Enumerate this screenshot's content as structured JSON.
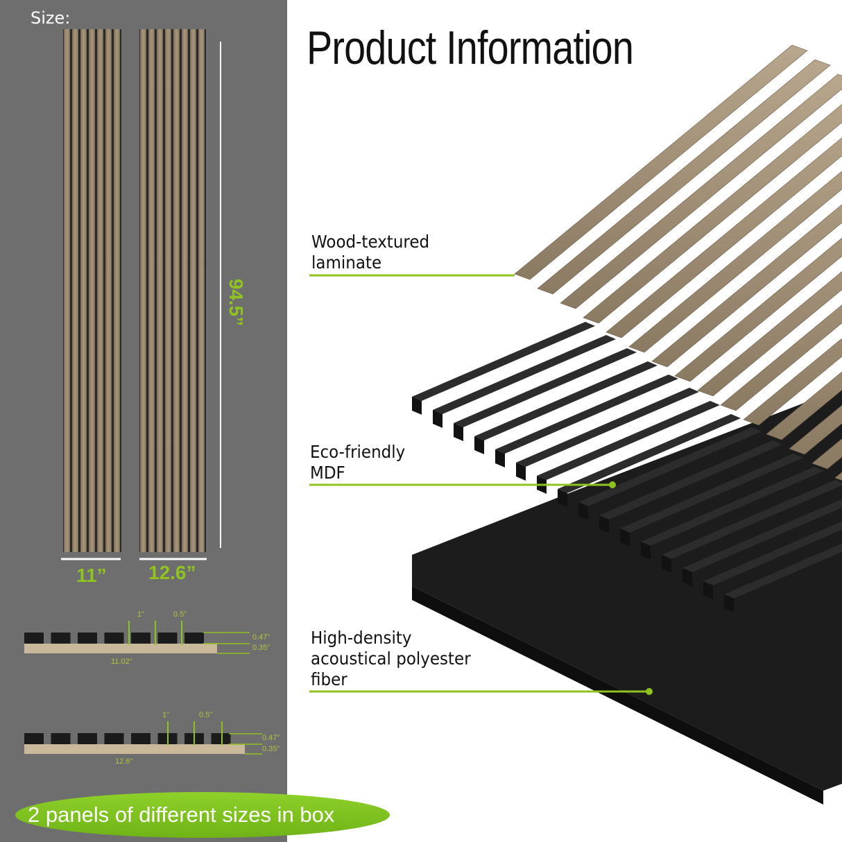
{
  "left": {
    "size_label": "Size:",
    "height_label": "94.5”",
    "panel_a_width": "11”",
    "panel_b_width": "12.6”",
    "profile_a": {
      "slat_width": "1\"",
      "gap": "0.5\"",
      "depth_top": "0.47\"",
      "depth_base": "0.35\"",
      "total": "11.02\""
    },
    "profile_b": {
      "slat_width": "1\"",
      "gap": "0.5\"",
      "depth_top": "0.47\"",
      "depth_base": "0.35\"",
      "total": "12.6\""
    }
  },
  "right": {
    "title": "Product Information",
    "layers": [
      {
        "line1": "Wood-textured",
        "line2": "laminate",
        "line3": ""
      },
      {
        "line1": "Eco-friendly",
        "line2": "MDF",
        "line3": ""
      },
      {
        "line1": "High-density",
        "line2": "acoustical polyester",
        "line3": "fiber"
      }
    ]
  },
  "banner": {
    "text": "2  panels of different sizes in box"
  },
  "colors": {
    "accent_green": "#8fc31f",
    "panel_bg": "#6e6e6e",
    "wood": "#9c8a70",
    "felt": "#1d1d1d"
  }
}
